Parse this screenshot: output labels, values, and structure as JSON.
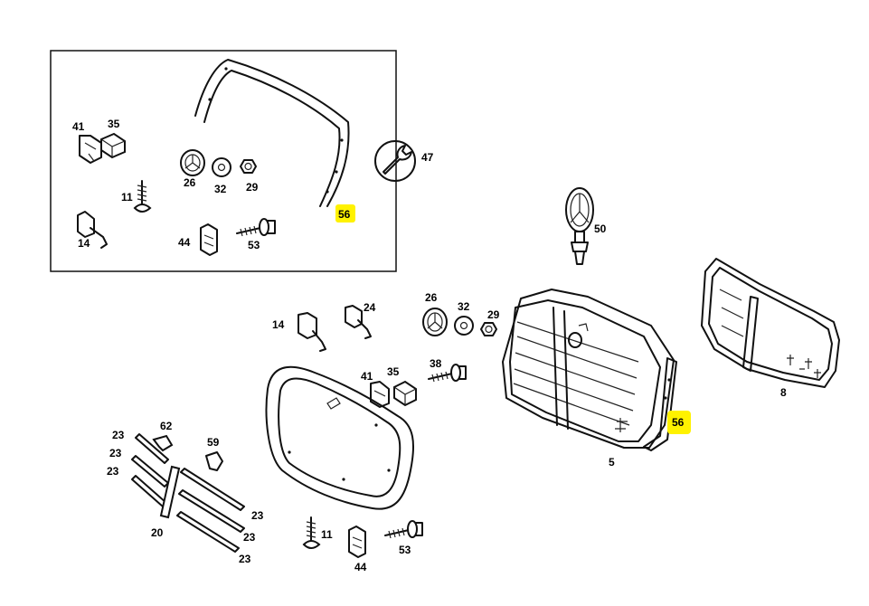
{
  "callouts": {
    "inset_41": "41",
    "inset_35": "35",
    "inset_11": "11",
    "inset_14": "14",
    "inset_26": "26",
    "inset_32": "32",
    "inset_29": "29",
    "inset_44": "44",
    "inset_53": "53",
    "inset_56": "56",
    "tool_47": "47",
    "main_50": "50",
    "main_14": "14",
    "main_24": "24",
    "main_26": "26",
    "main_32": "32",
    "main_29": "29",
    "main_38": "38",
    "main_41": "41",
    "main_35": "35",
    "main_56": "56",
    "main_5": "5",
    "main_8": "8",
    "main_62": "62",
    "main_59": "59",
    "main_20": "20",
    "main_23_a": "23",
    "main_23_b": "23",
    "main_23_c": "23",
    "main_23_d": "23",
    "main_23_e": "23",
    "main_23_f": "23",
    "main_11": "11",
    "main_53": "53",
    "main_44": "44"
  },
  "colors": {
    "highlight": "#fff200",
    "line": "#111111",
    "background": "#ffffff"
  }
}
